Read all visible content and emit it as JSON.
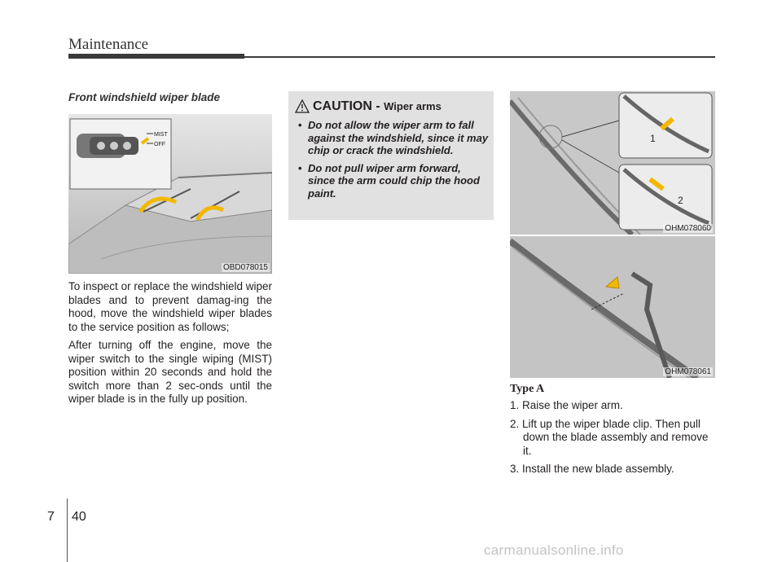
{
  "header": {
    "section_title": "Maintenance"
  },
  "subheading": "Front windshield wiper blade",
  "figures": {
    "fig1_label": "OBD078015",
    "fig1_inset_mist": "MIST",
    "fig1_inset_off": "OFF",
    "fig2_label": "OHM078060",
    "fig2_callout_1": "1",
    "fig2_callout_2": "2",
    "fig3_label": "OHM078061"
  },
  "left_column": {
    "para1": "To inspect or replace the windshield wiper blades and to prevent damag-ing the hood, move the windshield wiper blades to the service position as follows;",
    "para2": "After turning off the engine, move the wiper switch to the single wiping (MIST) position within 20 seconds and hold the switch more than 2 sec-onds until the wiper blade is in the fully up position."
  },
  "caution": {
    "title": "CAUTION -",
    "subtitle": "Wiper arms",
    "items": [
      "Do not allow the wiper arm to fall against the windshield, since it may chip or crack the windshield.",
      "Do not pull wiper arm forward, since the arm could chip the hood paint."
    ]
  },
  "right_column": {
    "type_label": "Type A",
    "steps": [
      "1. Raise the wiper arm.",
      "2. Lift up the wiper blade clip. Then pull down the blade assembly and remove it.",
      "3. Install the new blade assembly."
    ]
  },
  "footer": {
    "chapter": "7",
    "page": "40",
    "watermark": "carmanualsonline.info"
  },
  "colors": {
    "caution_bg": "#e1e1e1",
    "figure_bg": "#cfcfcf",
    "arrow_yellow": "#f2b800"
  }
}
